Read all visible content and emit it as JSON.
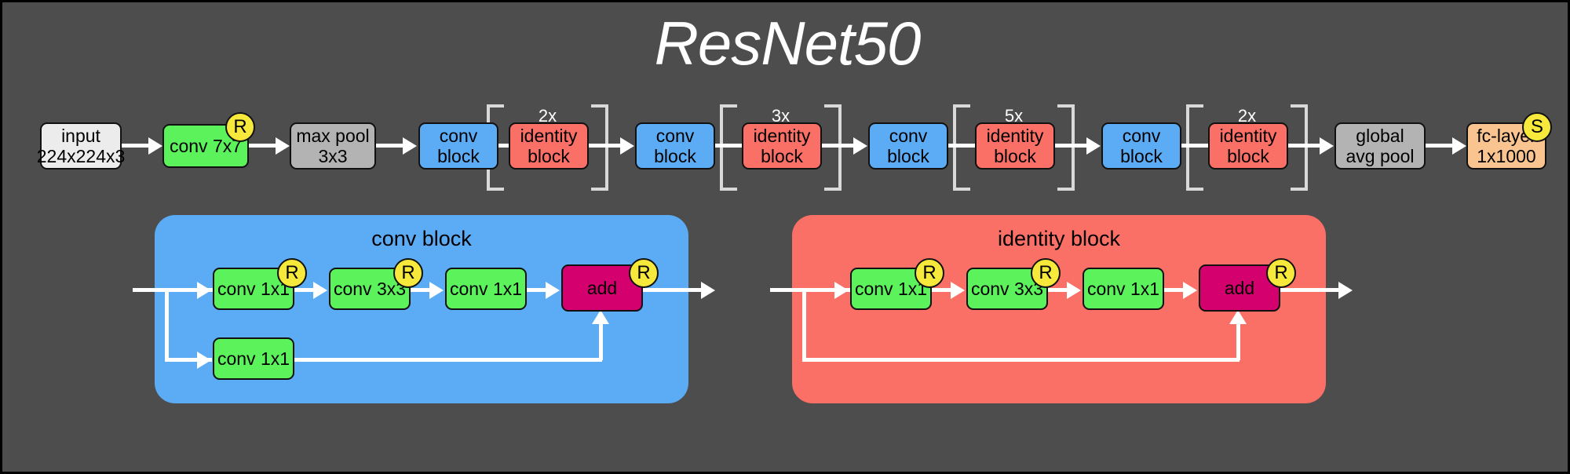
{
  "diagram": {
    "title": "ResNet50",
    "background_color": "#4d4d4d",
    "title_color": "#ffffff"
  },
  "colors": {
    "input": "#ececec",
    "pool": "#b3b3b3",
    "conv": "#5cf25c",
    "conv_block": "#5cabf5",
    "identity_block": "#fa6f66",
    "fc_layer": "#fac490",
    "add": "#d4006e",
    "badge": "#f7e93b",
    "wire": "#ffffff",
    "bracket": "#d9d9d9"
  },
  "pipeline": {
    "nodes": [
      {
        "name": "input",
        "line1": "input",
        "line2": "224x224x3",
        "fill": "input",
        "badge": null
      },
      {
        "name": "conv-7x7",
        "line1": "conv 7x7",
        "line2": "",
        "fill": "conv",
        "badge": "R"
      },
      {
        "name": "max-pool-3x3",
        "line1": "max pool",
        "line2": "3x3",
        "fill": "pool",
        "badge": null
      },
      {
        "name": "conv-block-1",
        "line1": "conv",
        "line2": "block",
        "fill": "conv_block",
        "badge": null
      },
      {
        "name": "identity-block-1",
        "line1": "identity",
        "line2": "block",
        "fill": "identity_block",
        "badge": null,
        "repeat": "2x"
      },
      {
        "name": "conv-block-2",
        "line1": "conv",
        "line2": "block",
        "fill": "conv_block",
        "badge": null
      },
      {
        "name": "identity-block-2",
        "line1": "identity",
        "line2": "block",
        "fill": "identity_block",
        "badge": null,
        "repeat": "3x"
      },
      {
        "name": "conv-block-3",
        "line1": "conv",
        "line2": "block",
        "fill": "conv_block",
        "badge": null
      },
      {
        "name": "identity-block-3",
        "line1": "identity",
        "line2": "block",
        "fill": "identity_block",
        "badge": null,
        "repeat": "5x"
      },
      {
        "name": "conv-block-4",
        "line1": "conv",
        "line2": "block",
        "fill": "conv_block",
        "badge": null
      },
      {
        "name": "identity-block-4",
        "line1": "identity",
        "line2": "block",
        "fill": "identity_block",
        "badge": null,
        "repeat": "2x"
      },
      {
        "name": "global-avg-pool",
        "line1": "global",
        "line2": "avg pool",
        "fill": "pool",
        "badge": null
      },
      {
        "name": "fc-layer",
        "line1": "fc-layer",
        "line2": "1x1000",
        "fill": "fc_layer",
        "badge": "S"
      }
    ],
    "repeat_labels": [
      "2x",
      "3x",
      "5x",
      "2x"
    ]
  },
  "conv_block_panel": {
    "title": "conv block",
    "fill": "conv_block",
    "main_path": [
      {
        "name": "conv-1x1-a",
        "label": "conv 1x1",
        "fill": "conv",
        "badge": "R"
      },
      {
        "name": "conv-3x3",
        "label": "conv 3x3",
        "fill": "conv",
        "badge": "R"
      },
      {
        "name": "conv-1x1-b",
        "label": "conv 1x1",
        "fill": "conv",
        "badge": null
      },
      {
        "name": "add",
        "label": "add",
        "fill": "add",
        "badge": "R"
      }
    ],
    "shortcut_path": [
      {
        "name": "conv-1x1-shortcut",
        "label": "conv 1x1",
        "fill": "conv",
        "badge": null
      }
    ]
  },
  "identity_block_panel": {
    "title": "identity block",
    "fill": "identity_block",
    "main_path": [
      {
        "name": "conv-1x1-a",
        "label": "conv 1x1",
        "fill": "conv",
        "badge": "R"
      },
      {
        "name": "conv-3x3",
        "label": "conv 3x3",
        "fill": "conv",
        "badge": "R"
      },
      {
        "name": "conv-1x1-b",
        "label": "conv 1x1",
        "fill": "conv",
        "badge": null
      },
      {
        "name": "add",
        "label": "add",
        "fill": "add",
        "badge": "R"
      }
    ],
    "shortcut_path": []
  },
  "badges": {
    "relu": "R",
    "softmax": "S"
  }
}
